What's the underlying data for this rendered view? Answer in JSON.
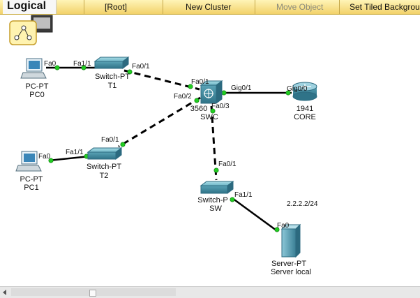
{
  "toolbar": {
    "tab_label": "Logical",
    "root_label": "[Root]",
    "new_cluster_label": "New Cluster",
    "move_object_label": "Move Object",
    "set_tiled_label": "Set Tiled Backgrou"
  },
  "devices": {
    "pc0": {
      "type": "PC-PT",
      "name": "PC0"
    },
    "pc1": {
      "type": "PC-PT",
      "name": "PC1"
    },
    "t1": {
      "type": "Switch-PT",
      "name": "T1"
    },
    "t2": {
      "type": "Switch-PT",
      "name": "T2"
    },
    "swc": {
      "type": "3560",
      "name": "SWC"
    },
    "core": {
      "type": "1941",
      "name": "CORE"
    },
    "sw": {
      "type": "Switch-P",
      "name": "SW"
    },
    "server": {
      "type": "Server-PT",
      "name": "Server local"
    }
  },
  "ports": {
    "pc0_fa0": "Fa0",
    "t1_fa11": "Fa1/1",
    "t1_fa01": "Fa0/1",
    "swc_fa01": "Fa0/1",
    "swc_fa02": "Fa0/2",
    "swc_gig01": "Gig0/1",
    "swc_fa03": "Fa0/3",
    "core_gig00": "Gig0/0",
    "t2_fa01": "Fa0/1",
    "pc1_fa0": "Fa0",
    "t2_fa11": "Fa1/1",
    "sw_fa01": "Fa0/1",
    "sw_fa11": "Fa1/1",
    "server_fa0": "Fa0"
  },
  "annotation": "2.2.2.2/24",
  "colors": {
    "link_up": "#22cc22",
    "link_line": "#000000",
    "toolbar_bg": "#f5d76a"
  }
}
